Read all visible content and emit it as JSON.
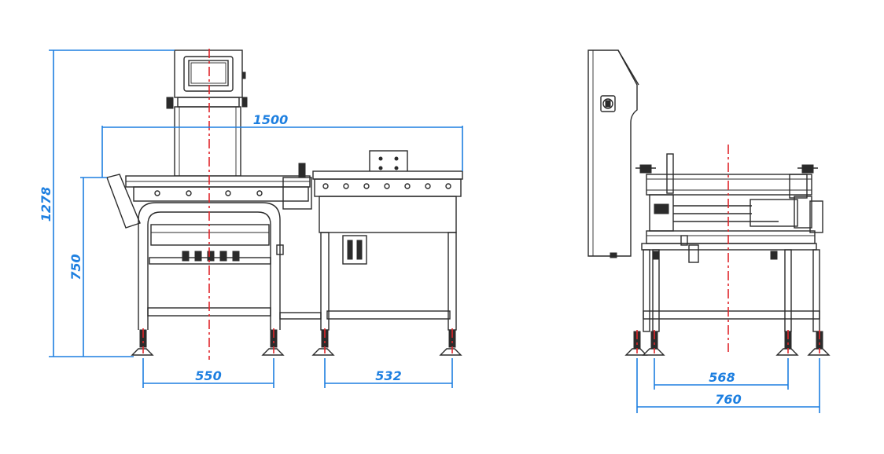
{
  "colors": {
    "dimension": "#1d7fe0",
    "centerline": "#e0262b",
    "machine": "#2b2b2b"
  },
  "dimensions": {
    "overall_length": "1500",
    "overall_height": "1278",
    "conveyor_height": "750",
    "front_leg_span": "550",
    "reject_leg_span": "532",
    "side_inner_span": "568",
    "side_overall_width": "760"
  }
}
